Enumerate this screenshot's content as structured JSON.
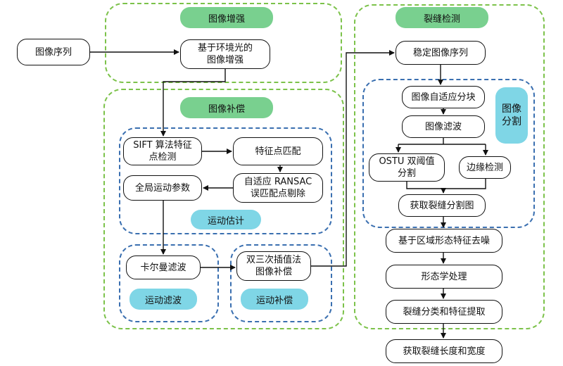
{
  "regions": {
    "enhance": "图像增强",
    "compensate": "图像补偿",
    "detect": "裂缝检测",
    "motion_est": "运动估计",
    "motion_filter": "运动滤波",
    "motion_comp": "运动补偿",
    "segment": "图像\n分割"
  },
  "nodes": {
    "seq": "图像序列",
    "env_enhance": "基于环境光的\n图像增强",
    "sift": "SIFT 算法特征\n点检测",
    "match": "特征点匹配",
    "ransac": "自适应 RANSAC\n误匹配点剔除",
    "global_motion": "全局运动参数",
    "kalman": "卡尔曼滤波",
    "bicubic": "双三次插值法\n图像补偿",
    "stable": "稳定图像序列",
    "adaptive_block": "图像自适应分块",
    "filter": "图像滤波",
    "otsu": "OSTU 双阈值\n分割",
    "edge": "边缘检测",
    "crack_seg": "获取裂缝分割图",
    "region_denoise": "基于区域形态特征去噪",
    "morph": "形态学处理",
    "classify": "裂缝分类和特征提取",
    "length_width": "获取裂缝长度和宽度"
  }
}
